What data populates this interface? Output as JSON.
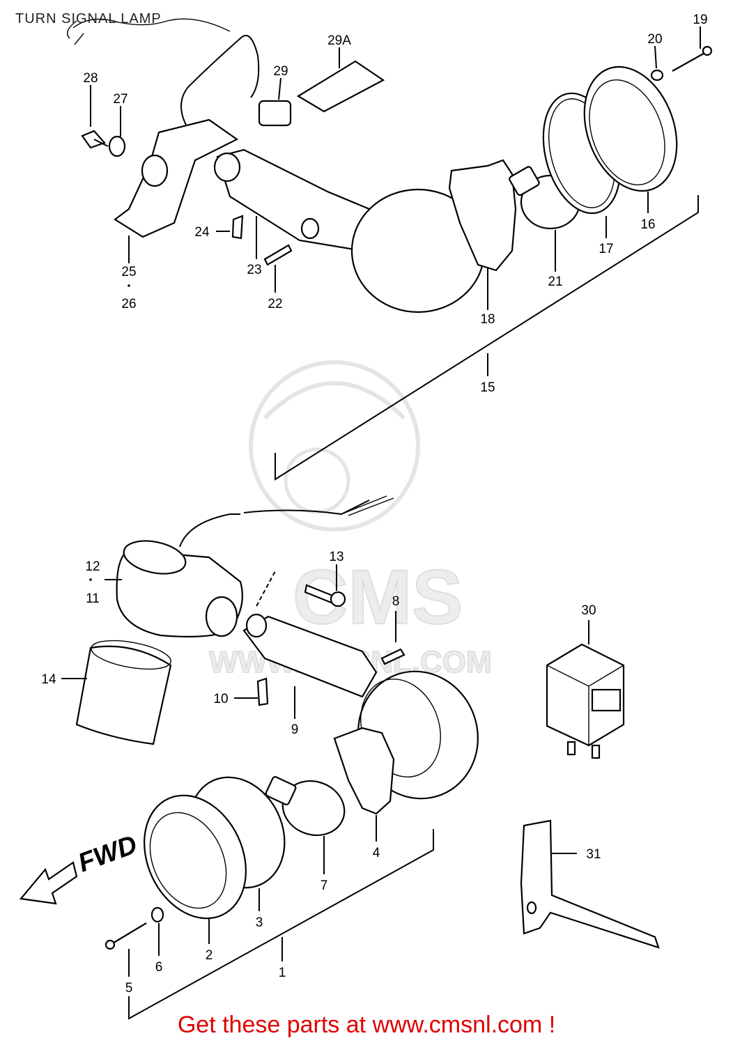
{
  "title": "TURN SIGNAL LAMP",
  "footer": "Get these parts at www.cmsnl.com !",
  "watermark": {
    "brand": "CMS",
    "url": "WWW.CMSNL.COM",
    "color": "#dddddd"
  },
  "direction_label": "FWD",
  "callouts": {
    "c1": "1",
    "c2": "2",
    "c3": "3",
    "c4": "4",
    "c5": "5",
    "c6": "6",
    "c7": "7",
    "c8": "8",
    "c9": "9",
    "c10": "10",
    "c11": "11",
    "c12": "12",
    "c13": "13",
    "c14": "14",
    "c15": "15",
    "c16": "16",
    "c17": "17",
    "c18": "18",
    "c19": "19",
    "c20": "20",
    "c21": "21",
    "c22": "22",
    "c23": "23",
    "c24": "24",
    "c25": "25",
    "c26": "26",
    "c27": "27",
    "c28": "28",
    "c29": "29",
    "c29a": "29A",
    "c30": "30",
    "c31": "31"
  },
  "colors": {
    "line": "#000000",
    "footer": "#e00000",
    "background": "#ffffff"
  }
}
